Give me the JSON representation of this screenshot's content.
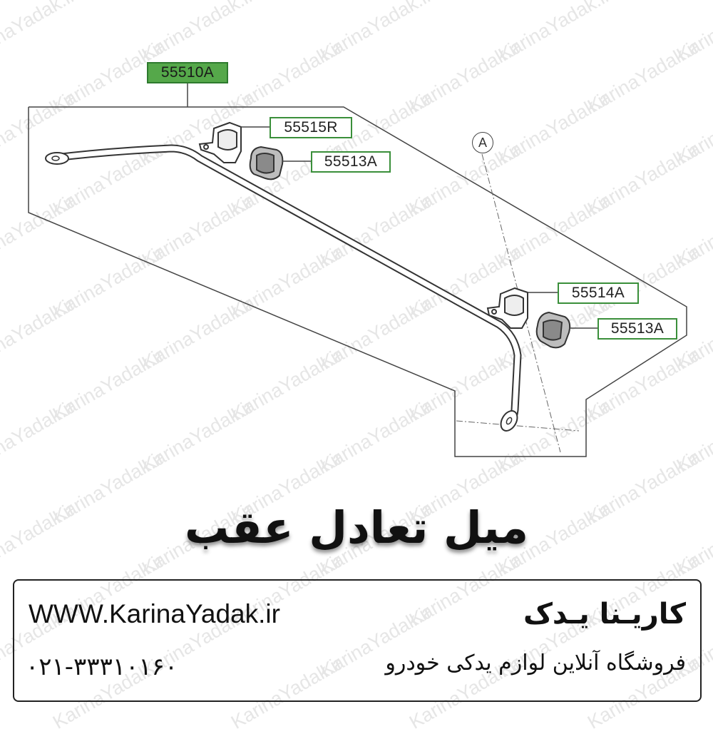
{
  "watermark": {
    "text": "KarinaYadak.ir"
  },
  "diagram": {
    "main_part": {
      "code": "55510A"
    },
    "parts": [
      {
        "code": "55515R"
      },
      {
        "code": "55513A"
      },
      {
        "code": "55514A"
      },
      {
        "code": "55513A"
      }
    ],
    "callout": {
      "letter": "A"
    }
  },
  "title": "میل تعادل عقب",
  "footer": {
    "website": "WWW.KarinaYadak.ir",
    "phone": "۰۲۱-۳۳۳۱۰۱۶۰",
    "store_name": "کاریـنا یـدک",
    "tagline": "فروشگاه آنلاین لوازم یدکی خودرو"
  },
  "colors": {
    "label_border": "#3a8f3a",
    "main_label_fill": "#55a84a",
    "watermark": "#e6e6e6"
  }
}
